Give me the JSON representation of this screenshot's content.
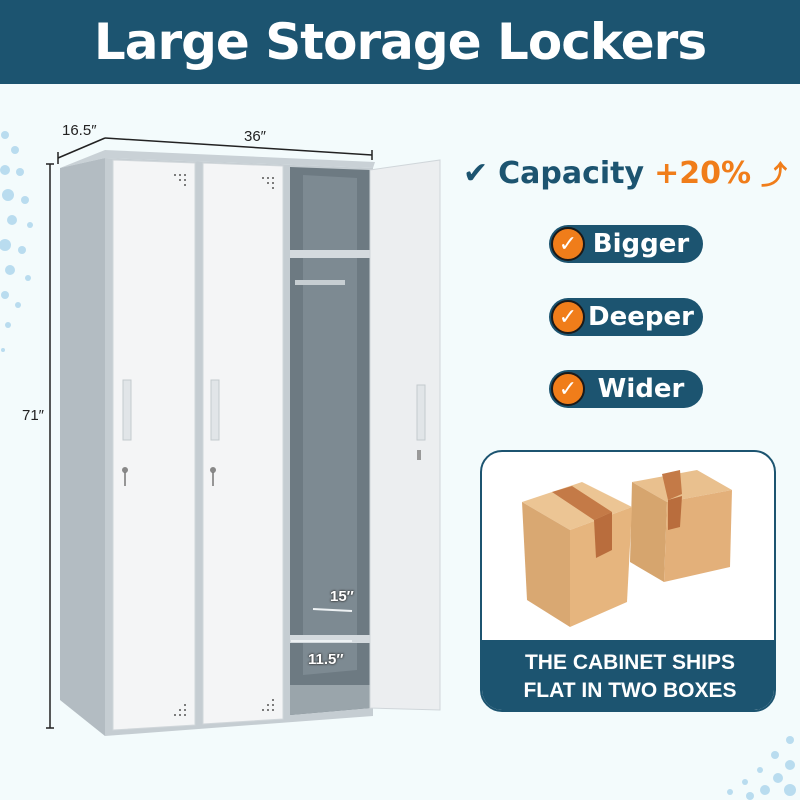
{
  "header": {
    "title": "Large Storage Lockers"
  },
  "dimensions": {
    "depth": "16.5″",
    "width": "36″",
    "height": "71″",
    "shelf_clearance": "15″",
    "bottom_clearance": "11.5″"
  },
  "features": {
    "heading": {
      "check_icon": "checkmark-icon",
      "label": "Capacity",
      "value": "+20%",
      "trend_icon": "arrow-up-icon"
    },
    "items": [
      {
        "icon": "orange-check-icon",
        "label": "Bigger"
      },
      {
        "icon": "orange-check-icon",
        "label": "Deeper"
      },
      {
        "icon": "orange-check-icon",
        "label": "Wider"
      }
    ]
  },
  "shipping": {
    "line1": "THE CABINET SHIPS",
    "line2": "FLAT IN TWO BOXES"
  },
  "colors": {
    "primary": "#1c5470",
    "accent": "#f07d1a",
    "background": "#f3fbfc"
  }
}
